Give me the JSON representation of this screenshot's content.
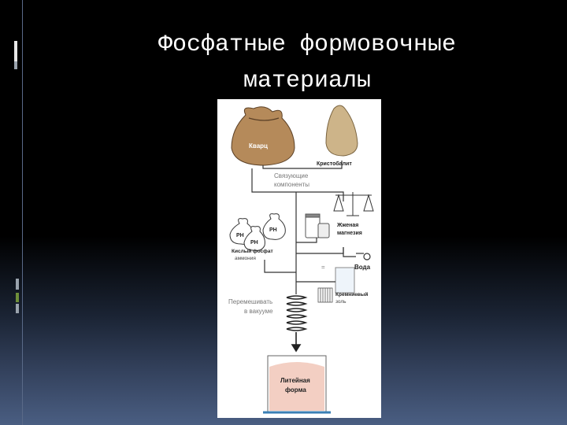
{
  "slide": {
    "title_line1": "Фосфатные формовочные",
    "title_line2": "материалы"
  },
  "diagram": {
    "labels": {
      "quartz": "Кварц",
      "cristobalite": "Кристобалит",
      "binders_line1": "Связующие",
      "binders_line2": "компоненты",
      "ph_bag_1": "PH",
      "ph_bag_2": "PH",
      "ph_bag_3": "PH",
      "acid_phosphate_line1": "Кислый фосфат",
      "acid_phosphate_line2": "аммония",
      "magnesia_line1": "Жженая",
      "magnesia_line2": "магнезия",
      "water": "Вода",
      "colloidal_silica_line1": "Кремниевый",
      "colloidal_silica_line2": "золь",
      "vacuum_mix_line1": "Перемешивать",
      "vacuum_mix_line2": "в вакууме",
      "casting_mold_line1": "Литейная",
      "casting_mold_line2": "форма"
    }
  },
  "colors": {
    "background": "#000000",
    "title": "#ffffff",
    "panel": "#ffffff",
    "line": "#333333",
    "bag_quartz": "#b58a5a",
    "bag_cristobalite": "#cdb489",
    "mold_fill": "#f3cfc3",
    "marker_gray": "#9aa3ad",
    "marker_green": "#6f8f3a",
    "marker_white": "#e8e8e8"
  }
}
